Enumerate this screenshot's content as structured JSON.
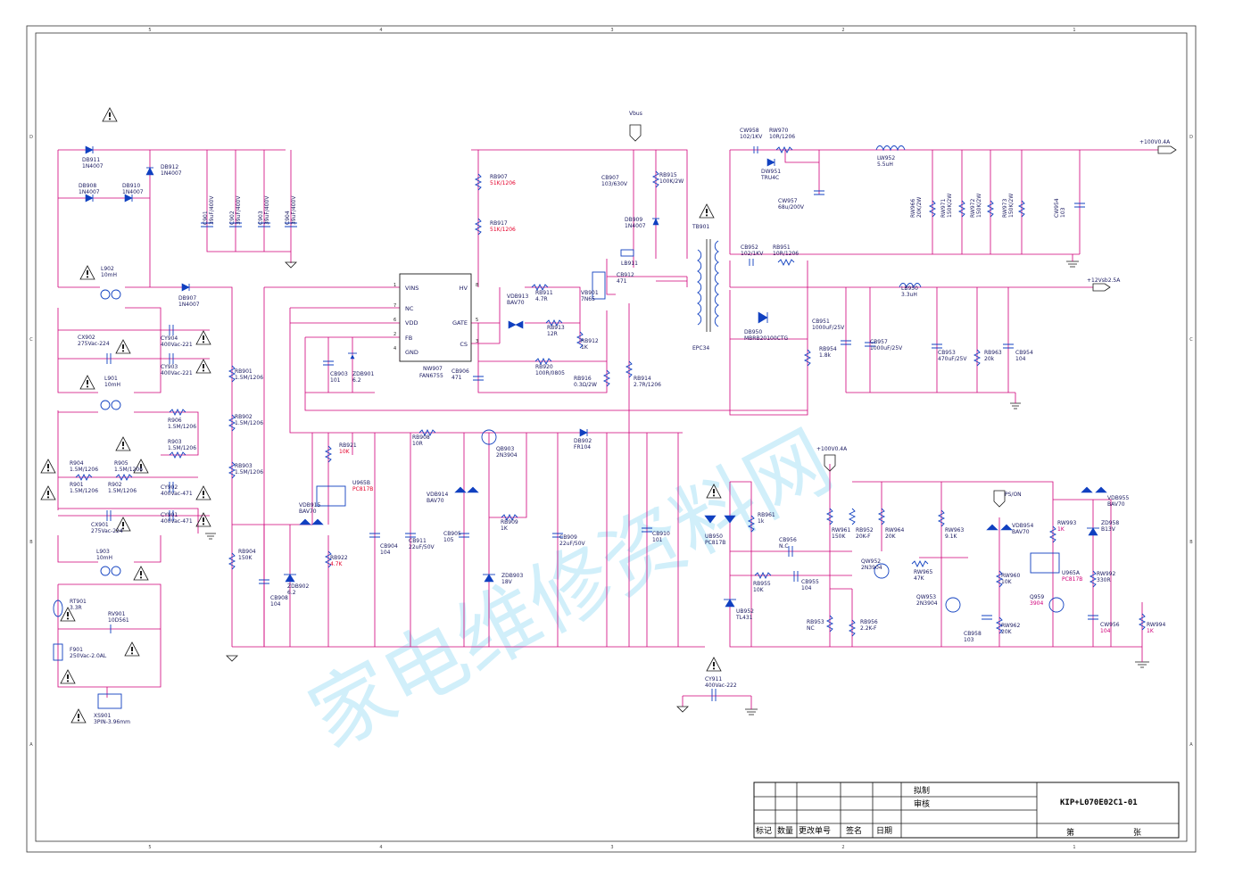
{
  "watermark": "家电维修资料网",
  "grid": {
    "columns": [
      "5",
      "4",
      "3",
      "2",
      "1"
    ],
    "rows": [
      "D",
      "C",
      "B",
      "A"
    ]
  },
  "nets": {
    "vbus": "Vbus",
    "v100": "+100V0.4A",
    "v100_local": "+100V0.4A",
    "v12": "+12Vsb2.5A",
    "pson": "PS/ON"
  },
  "ic": {
    "ref": "NW907",
    "part": "FAN6755",
    "pins": [
      {
        "name": "VINS",
        "num": "1"
      },
      {
        "name": "NC",
        "num": "7"
      },
      {
        "name": "VDD",
        "num": "6"
      },
      {
        "name": "FB",
        "num": "2"
      },
      {
        "name": "GND",
        "num": "4"
      },
      {
        "name": "HV",
        "num": "8"
      },
      {
        "name": "GATE",
        "num": "5"
      },
      {
        "name": "CS",
        "num": "3"
      }
    ]
  },
  "transformer": {
    "ref": "TB901",
    "core": "EPC34"
  },
  "components": [
    {
      "ref": "DB911",
      "value": "1N4007"
    },
    {
      "ref": "DB912",
      "value": "1N4007"
    },
    {
      "ref": "DB908",
      "value": "1N4007"
    },
    {
      "ref": "DB910",
      "value": "1N4007"
    },
    {
      "ref": "L902",
      "value": "10mH"
    },
    {
      "ref": "DB907",
      "value": "1N4007"
    },
    {
      "ref": "CX902",
      "value": "275Vac-224"
    },
    {
      "ref": "CY904",
      "value": "400Vac-221"
    },
    {
      "ref": "CY903",
      "value": "400Vac-221"
    },
    {
      "ref": "L901",
      "value": "10mH"
    },
    {
      "ref": "R906",
      "value": "1.5M/1206"
    },
    {
      "ref": "R903",
      "value": "1.5M/1206"
    },
    {
      "ref": "R904",
      "value": "1.5M/1206"
    },
    {
      "ref": "R905",
      "value": "1.5M/1206"
    },
    {
      "ref": "R901",
      "value": "1.5M/1206"
    },
    {
      "ref": "R902",
      "value": "1.5M/1206"
    },
    {
      "ref": "CY902",
      "value": "400Vac-471"
    },
    {
      "ref": "CX901",
      "value": "275Vac-224"
    },
    {
      "ref": "CY901",
      "value": "400Vac-471"
    },
    {
      "ref": "L903",
      "value": "10mH"
    },
    {
      "ref": "RT901",
      "value": "3.3R"
    },
    {
      "ref": "RV901",
      "value": "10D561"
    },
    {
      "ref": "F901",
      "value": "250Vac-2.0AL"
    },
    {
      "ref": "XS901",
      "value": "3PIN-3.96mm"
    },
    {
      "ref": "C901",
      "value": "39uF/400V"
    },
    {
      "ref": "C902",
      "value": "39uF/400V"
    },
    {
      "ref": "C903",
      "value": "39uF/400V"
    },
    {
      "ref": "C904",
      "value": "39uF/400V"
    },
    {
      "ref": "RB901",
      "value": "1.5M/1206"
    },
    {
      "ref": "RB902",
      "value": "1.5M/1206"
    },
    {
      "ref": "RB903",
      "value": "1.5M/1206"
    },
    {
      "ref": "RB904",
      "value": "150K"
    },
    {
      "ref": "CB908",
      "value": "104"
    },
    {
      "ref": "ZDB902",
      "value": "6.2"
    },
    {
      "ref": "VDB915",
      "value": "BAV70"
    },
    {
      "ref": "RB921",
      "value": "10K"
    },
    {
      "ref": "U965B",
      "value": "PC817B"
    },
    {
      "ref": "RB922",
      "value": "4.7K"
    },
    {
      "ref": "CB903",
      "value": "101"
    },
    {
      "ref": "ZDB901",
      "value": "6.2"
    },
    {
      "ref": "RB907",
      "value": "51K/1206"
    },
    {
      "ref": "RB917",
      "value": "51K/1206"
    },
    {
      "ref": "CB906",
      "value": "471"
    },
    {
      "ref": "RB908",
      "value": "10R"
    },
    {
      "ref": "CB904",
      "value": "104"
    },
    {
      "ref": "CB911",
      "value": "22uF/50V"
    },
    {
      "ref": "VDB914",
      "value": "BAV70"
    },
    {
      "ref": "CB905",
      "value": "105"
    },
    {
      "ref": "QB903",
      "value": "2N3904"
    },
    {
      "ref": "RB909",
      "value": "1K"
    },
    {
      "ref": "ZDB903",
      "value": "18V"
    },
    {
      "ref": "CB909",
      "value": "22uF/50V"
    },
    {
      "ref": "DB902",
      "value": "FR104"
    },
    {
      "ref": "CB910",
      "value": "101"
    },
    {
      "ref": "VDB913",
      "value": "BAV70"
    },
    {
      "ref": "RB911",
      "value": "4.7R"
    },
    {
      "ref": "RB913",
      "value": "12R"
    },
    {
      "ref": "RB920",
      "value": "100R/0805"
    },
    {
      "ref": "VB901",
      "value": "7N65"
    },
    {
      "ref": "RB912",
      "value": "1K"
    },
    {
      "ref": "RB916",
      "value": "0.3Ω/2W"
    },
    {
      "ref": "LB911",
      "value": ""
    },
    {
      "ref": "CB912",
      "value": "471"
    },
    {
      "ref": "CB907",
      "value": "103/630V"
    },
    {
      "ref": "RB915",
      "value": "100K/2W"
    },
    {
      "ref": "DB909",
      "value": "1N4007"
    },
    {
      "ref": "RB914",
      "value": "2.7R/1206"
    },
    {
      "ref": "CW958",
      "value": "102/1KV"
    },
    {
      "ref": "RW970",
      "value": "10R/1206"
    },
    {
      "ref": "DW951",
      "value": "TRU4C"
    },
    {
      "ref": "CW957",
      "value": "68u/200V"
    },
    {
      "ref": "LW952",
      "value": "5.5uH"
    },
    {
      "ref": "RW966",
      "value": "20K/2W"
    },
    {
      "ref": "RW971",
      "value": "150K/2W"
    },
    {
      "ref": "RW972",
      "value": "150K/2W"
    },
    {
      "ref": "RW973",
      "value": "150K/2W"
    },
    {
      "ref": "CW954",
      "value": "103"
    },
    {
      "ref": "CB952",
      "value": "102/1KV"
    },
    {
      "ref": "RB951",
      "value": "10R/1206"
    },
    {
      "ref": "DB950",
      "value": "MBRB20100CTG"
    },
    {
      "ref": "CB951",
      "value": "1000uF/25V"
    },
    {
      "ref": "RB954",
      "value": "1.8k"
    },
    {
      "ref": "CB957",
      "value": "1000uF/25V"
    },
    {
      "ref": "LB950",
      "value": "3.3uH"
    },
    {
      "ref": "CB953",
      "value": "470uF/25V"
    },
    {
      "ref": "RB963",
      "value": "20k"
    },
    {
      "ref": "CB954",
      "value": "104"
    },
    {
      "ref": "UB950",
      "value": "PC817B"
    },
    {
      "ref": "RB961",
      "value": "1k"
    },
    {
      "ref": "CB956",
      "value": "N.C"
    },
    {
      "ref": "RB955",
      "value": "10K"
    },
    {
      "ref": "CB955",
      "value": "104"
    },
    {
      "ref": "UB952",
      "value": "TL431"
    },
    {
      "ref": "RB953",
      "value": "NC"
    },
    {
      "ref": "RB956",
      "value": "2.2K-F"
    },
    {
      "ref": "RB952",
      "value": "20K-F"
    },
    {
      "ref": "RW961",
      "value": "150K"
    },
    {
      "ref": "RW964",
      "value": "20K"
    },
    {
      "ref": "QW952",
      "value": "2N3904"
    },
    {
      "ref": "RW965",
      "value": "47K"
    },
    {
      "ref": "RW963",
      "value": "9.1K"
    },
    {
      "ref": "QW953",
      "value": "2N3904"
    },
    {
      "ref": "CB958",
      "value": "103"
    },
    {
      "ref": "VDB954",
      "value": "BAV70"
    },
    {
      "ref": "RW960",
      "value": "10K"
    },
    {
      "ref": "RW962",
      "value": "20K"
    },
    {
      "ref": "RW993",
      "value": "1K"
    },
    {
      "ref": "U965A",
      "value": "PC817B"
    },
    {
      "ref": "Q959",
      "value": "3904"
    },
    {
      "ref": "VDB955",
      "value": "BAV70"
    },
    {
      "ref": "ZD958",
      "value": "B13V"
    },
    {
      "ref": "RW992",
      "value": "330R"
    },
    {
      "ref": "CW956",
      "value": "104"
    },
    {
      "ref": "RW994",
      "value": "1K"
    },
    {
      "ref": "CY911",
      "value": "400Vac-222"
    }
  ],
  "title_block": {
    "drafted": "拟制",
    "checked": "审核",
    "drawing_no": "KIP+L070E02C1-01",
    "col_mark": "标记",
    "col_qty": "数量",
    "col_change": "更改单号",
    "col_sign": "签名",
    "col_date": "日期",
    "sheet": "第",
    "sheets": "张"
  }
}
